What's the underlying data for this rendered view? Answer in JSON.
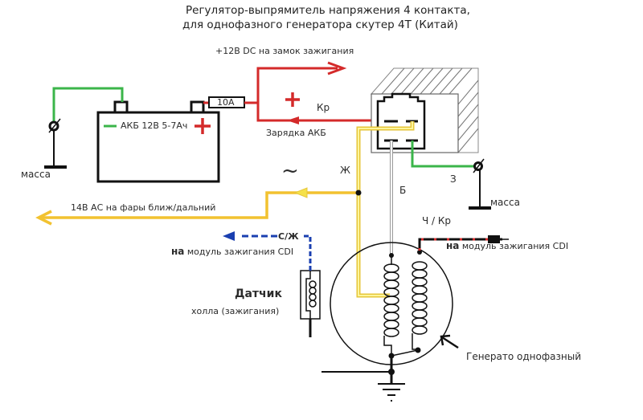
{
  "title": {
    "line1": "Регулятор-выпрямитель напряжения 4 контакта,",
    "line2": "для однофазного генератора скутер 4T (Китай)"
  },
  "labels": {
    "ignition_dc": "+12В  DC на замок зажигания",
    "plus_sign": "+",
    "kr": "Кр",
    "charge": "Зарядка АКБ",
    "fuse": "10А",
    "battery": "АКБ 12В 5-7Ач",
    "mass_left": "масса",
    "mass_right": "масса",
    "tilde": "~",
    "zh": "Ж",
    "b": "Б",
    "z": "З",
    "headlights": "14В АС на фары ближ/дальний",
    "szh": "С/Ж",
    "cdi_left_prefix": "на",
    "cdi_left_rest": " модуль зажигания CDI",
    "chkr": "Ч / Кр",
    "cdi_right_prefix": "на",
    "cdi_right_rest": " модуль зажигания CDI",
    "sensor_title": "Датчик",
    "sensor_sub": "холла (зажигания)",
    "generator": "Генерато однофазный"
  },
  "colors": {
    "red": "#d42a2a",
    "green": "#3bb54a",
    "yellow": "#f2c230",
    "blue": "#1a3fb0",
    "black": "#111111"
  }
}
